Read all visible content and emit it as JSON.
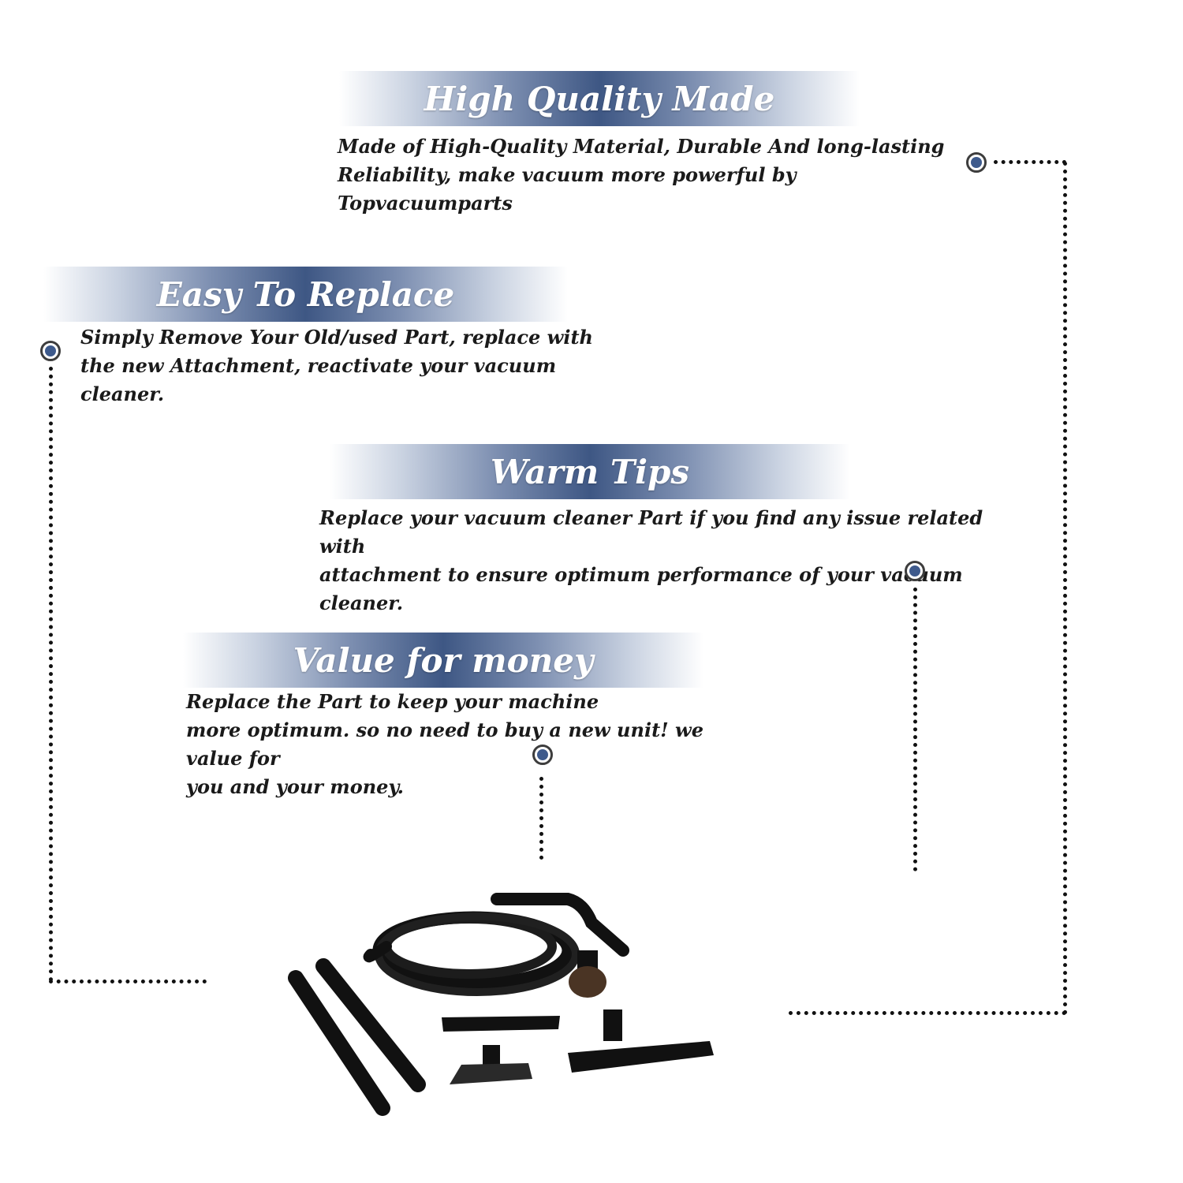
{
  "sections": [
    {
      "title": "High Quality Made",
      "text": "Made of  High-Quality Material, Durable And long-lasting\nReliability, make vacuum more powerful by Topvacuumparts"
    },
    {
      "title": "Easy To Replace",
      "text": "Simply Remove Your Old/used Part, replace with\nthe new Attachment, reactivate your vacuum cleaner."
    },
    {
      "title": "Warm Tips",
      "text": "Replace your vacuum cleaner Part if you find any issue related with\n attachment to ensure optimum performance of your vacuum cleaner."
    },
    {
      "title": "Value for money",
      "text": "Replace the Part to keep your machine\nmore optimum. so no need to buy a new unit! we value for\nyou and your money."
    }
  ],
  "colors": {
    "accent": "#3e5784",
    "marker_dot": "#3e5a8c",
    "text": "#1a1a1a"
  },
  "product_image": "vacuum-attachment-kit"
}
